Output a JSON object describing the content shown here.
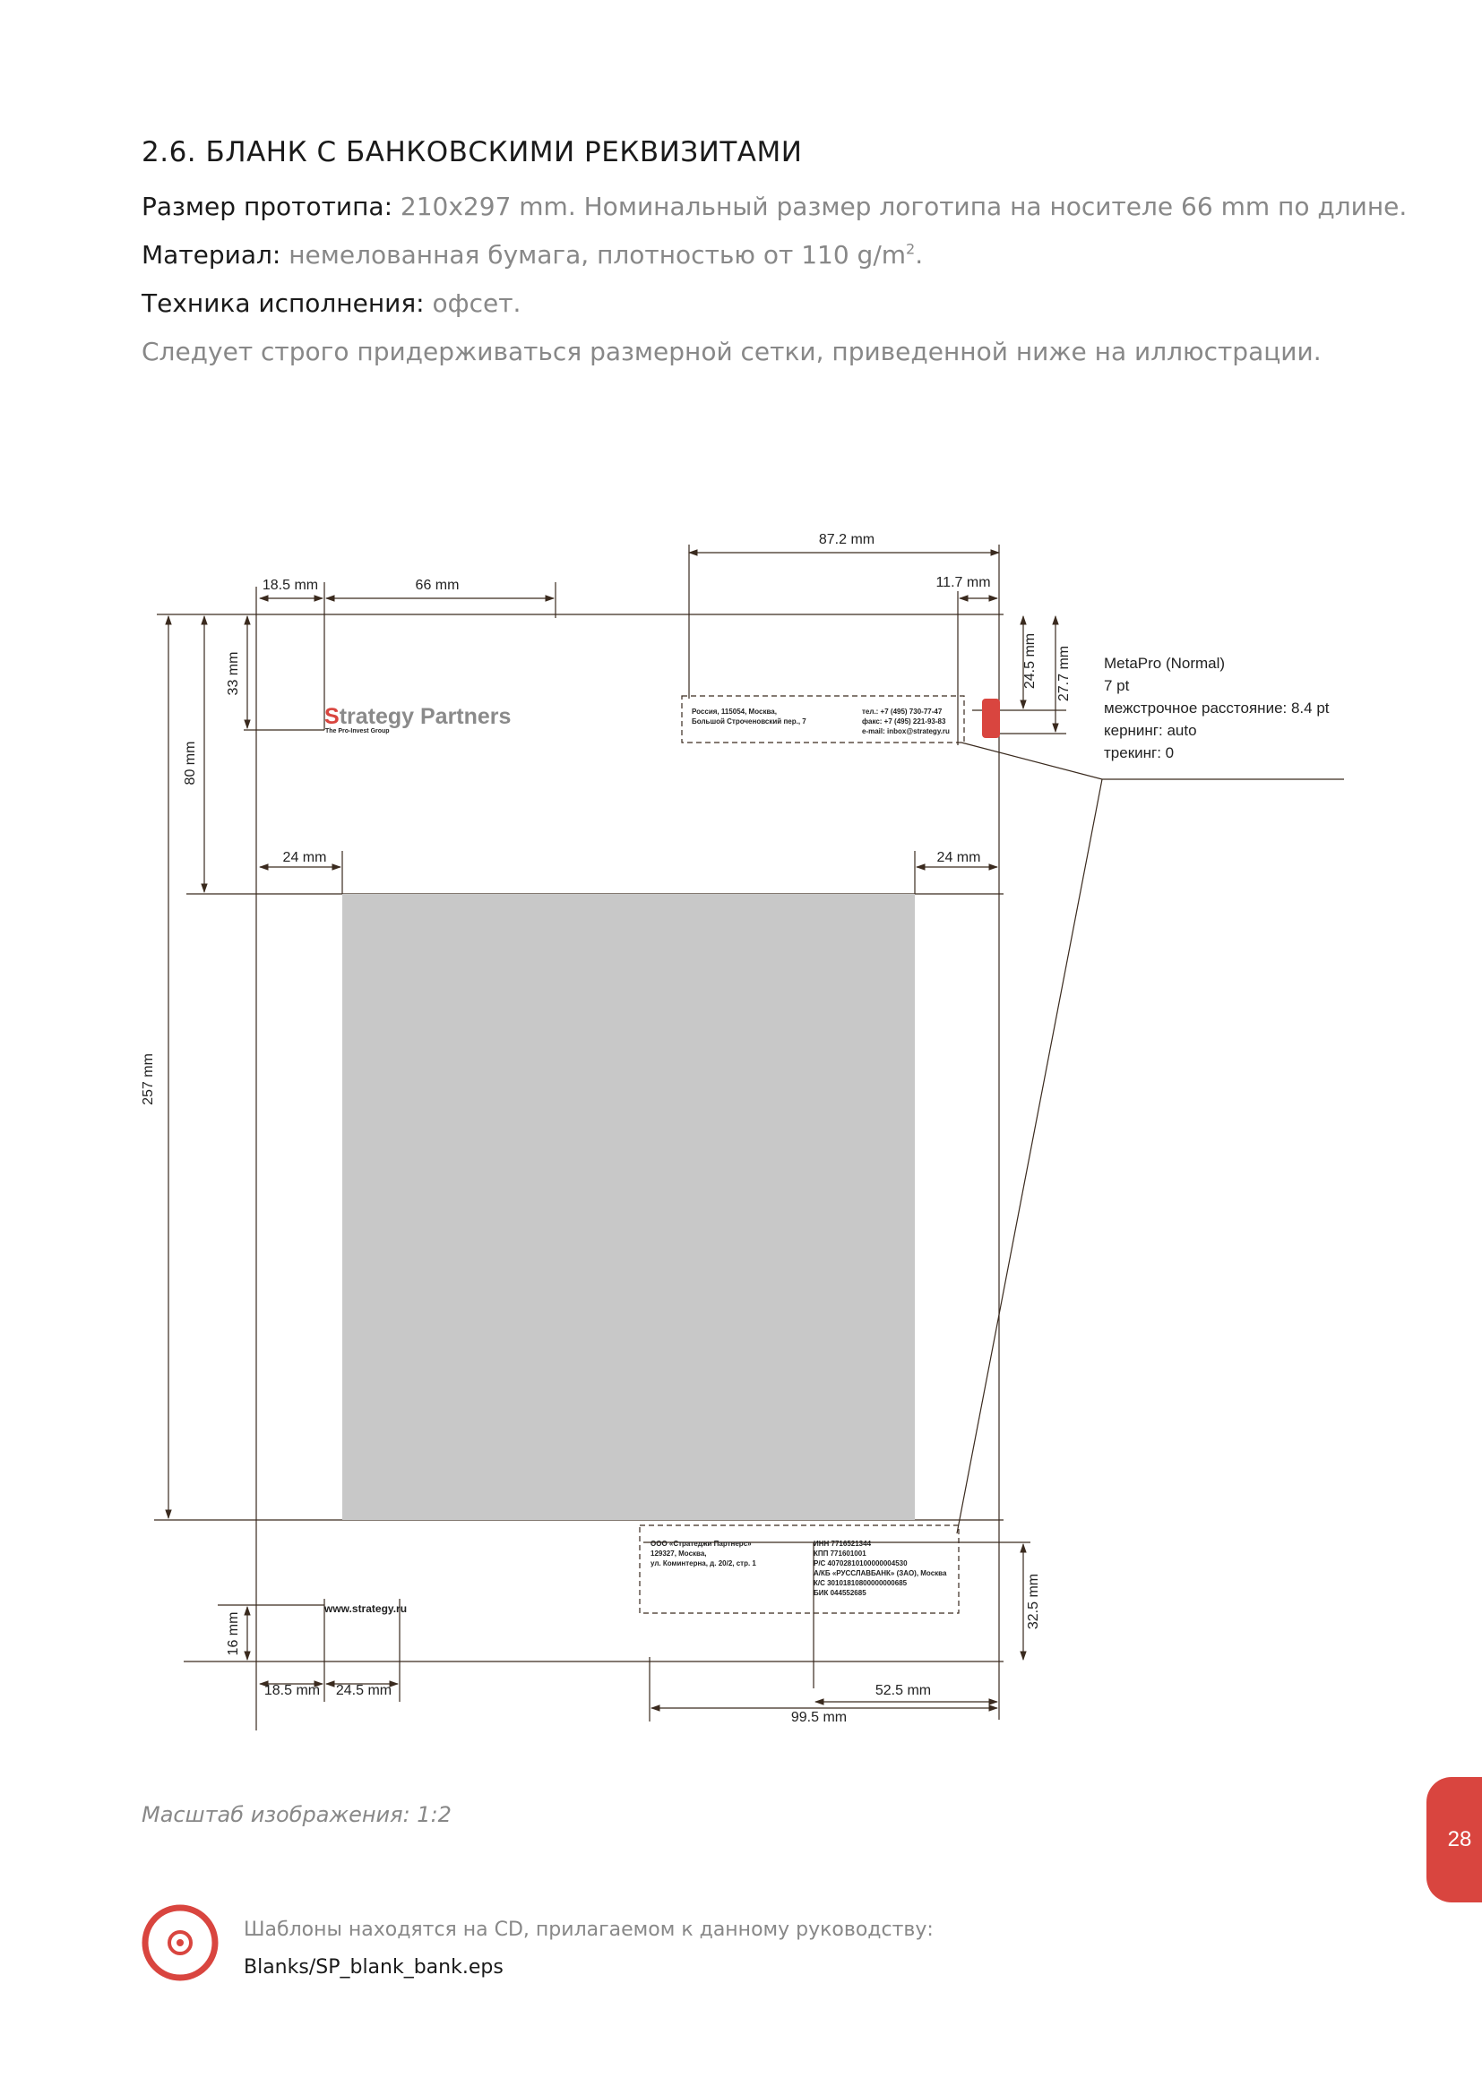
{
  "heading": "2.6. БЛАНК С БАНКОВСКИМИ РЕКВИЗИТАМИ",
  "specs": {
    "size_label": "Размер прототипа:",
    "size_value": "210x297 mm. Номинальный размер логотипа на носителе 66 mm по длине.",
    "material_label": "Материал:",
    "material_value": "немелованная бумага, плотностью от 110 g/m",
    "material_sup": "2",
    "material_end": ".",
    "technique_label": "Техника исполнения:",
    "technique_value": "офсет.",
    "note": "Следует строго придерживаться размерной сетки, приведенной ниже на иллюстрации."
  },
  "dimensions": {
    "d_87_2": "87.2 mm",
    "d_18_5_top": "18.5 mm",
    "d_66": "66 mm",
    "d_11_7": "11.7 mm",
    "d_24_5": "24.5 mm",
    "d_27_7": "27.7 mm",
    "d_33": "33 mm",
    "d_80": "80 mm",
    "d_24_left": "24 mm",
    "d_24_right": "24 mm",
    "d_257": "257 mm",
    "d_16": "16 mm",
    "d_32_5": "32.5 mm",
    "d_18_5_bottom": "18.5 mm",
    "d_24_5_bottom": "24.5 mm",
    "d_52_5": "52.5 mm",
    "d_99_5": "99.5 mm"
  },
  "typography_note": {
    "font": "MetaPro (Normal)",
    "size": "7 pt",
    "leading": "межстрочное расстояние: 8.4 pt",
    "kerning": "кернинг: auto",
    "tracking": "трекинг: 0"
  },
  "logo": {
    "initial": "S",
    "text": "trategy Partners",
    "tagline": "The Pro-Invest Group"
  },
  "header_block": {
    "addr1": "Россия, 115054, Москва,",
    "addr2": "Большой Строченовский пер., 7",
    "tel": "тел.: +7 (495) 730-77-47",
    "fax": "факс: +7 (495) 221-93-83",
    "email": "e-mail: inbox@strategy.ru"
  },
  "footer_block": {
    "company": "ООО «Стратеджи Партнерс»",
    "addr1": "129327, Москва,",
    "addr2": "ул. Коминтерна, д. 20/2, стр. 1",
    "inn": "ИНН 7716521344",
    "kpp": "КПП 771601001",
    "rs": "Р/С 40702810100000004530",
    "bank": "А/КБ «РУССЛАВБАНК» (ЗАО), Москва",
    "ks": "К/С 30101810800000000685",
    "bik": "БИК 044552685"
  },
  "website": "www.strategy.ru",
  "scale_note": "Масштаб изображения: 1:2",
  "page_number": "28",
  "footer": {
    "note": "Шаблоны находятся на CD, прилагаемом к данному руководству:",
    "file": "Blanks/SP_blank_bank.eps"
  },
  "colors": {
    "accent": "#d9453f",
    "line": "#3a2a1e",
    "text_area": "#c8c8c8"
  },
  "icons": {
    "cd": "cd-disc-icon"
  }
}
